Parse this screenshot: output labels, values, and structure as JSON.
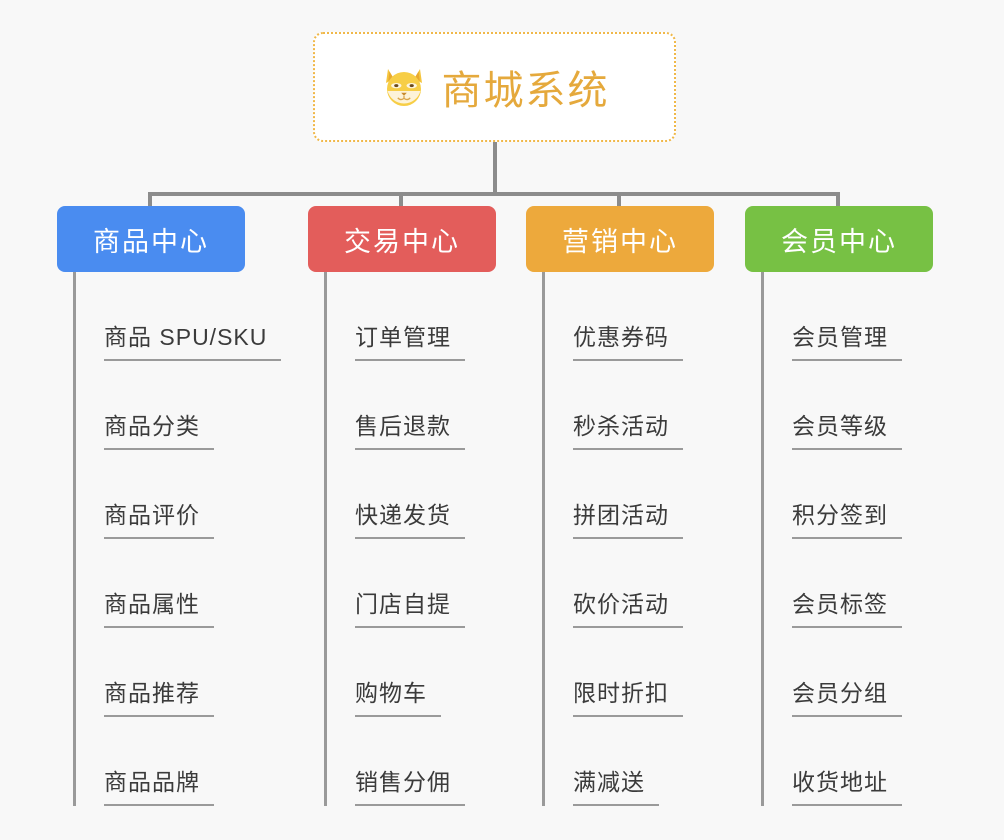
{
  "page": {
    "background_color": "#f8f8f8",
    "line_color": "#8c8c8c"
  },
  "root": {
    "title": "商城系统",
    "icon": "shiba-dog-face-emoji",
    "text_color": "#e5a93c",
    "border_color": "#f0b849",
    "background_color": "#ffffff"
  },
  "branches": [
    {
      "label": "商品中心",
      "color": "#4a8cf0",
      "leaves": [
        {
          "label": "商品 SPU/SKU"
        },
        {
          "label": "商品分类"
        },
        {
          "label": "商品评价"
        },
        {
          "label": "商品属性"
        },
        {
          "label": "商品推荐"
        },
        {
          "label": "商品品牌"
        }
      ]
    },
    {
      "label": "交易中心",
      "color": "#e35d5b",
      "leaves": [
        {
          "label": "订单管理"
        },
        {
          "label": "售后退款"
        },
        {
          "label": "快递发货"
        },
        {
          "label": "门店自提"
        },
        {
          "label": "购物车"
        },
        {
          "label": "销售分佣"
        }
      ]
    },
    {
      "label": "营销中心",
      "color": "#eda93c",
      "leaves": [
        {
          "label": "优惠券码"
        },
        {
          "label": "秒杀活动"
        },
        {
          "label": "拼团活动"
        },
        {
          "label": "砍价活动"
        },
        {
          "label": "限时折扣"
        },
        {
          "label": "满减送"
        }
      ]
    },
    {
      "label": "会员中心",
      "color": "#77c144",
      "leaves": [
        {
          "label": "会员管理"
        },
        {
          "label": "会员等级"
        },
        {
          "label": "积分签到"
        },
        {
          "label": "会员标签"
        },
        {
          "label": "会员分组"
        },
        {
          "label": "收货地址"
        }
      ]
    }
  ]
}
